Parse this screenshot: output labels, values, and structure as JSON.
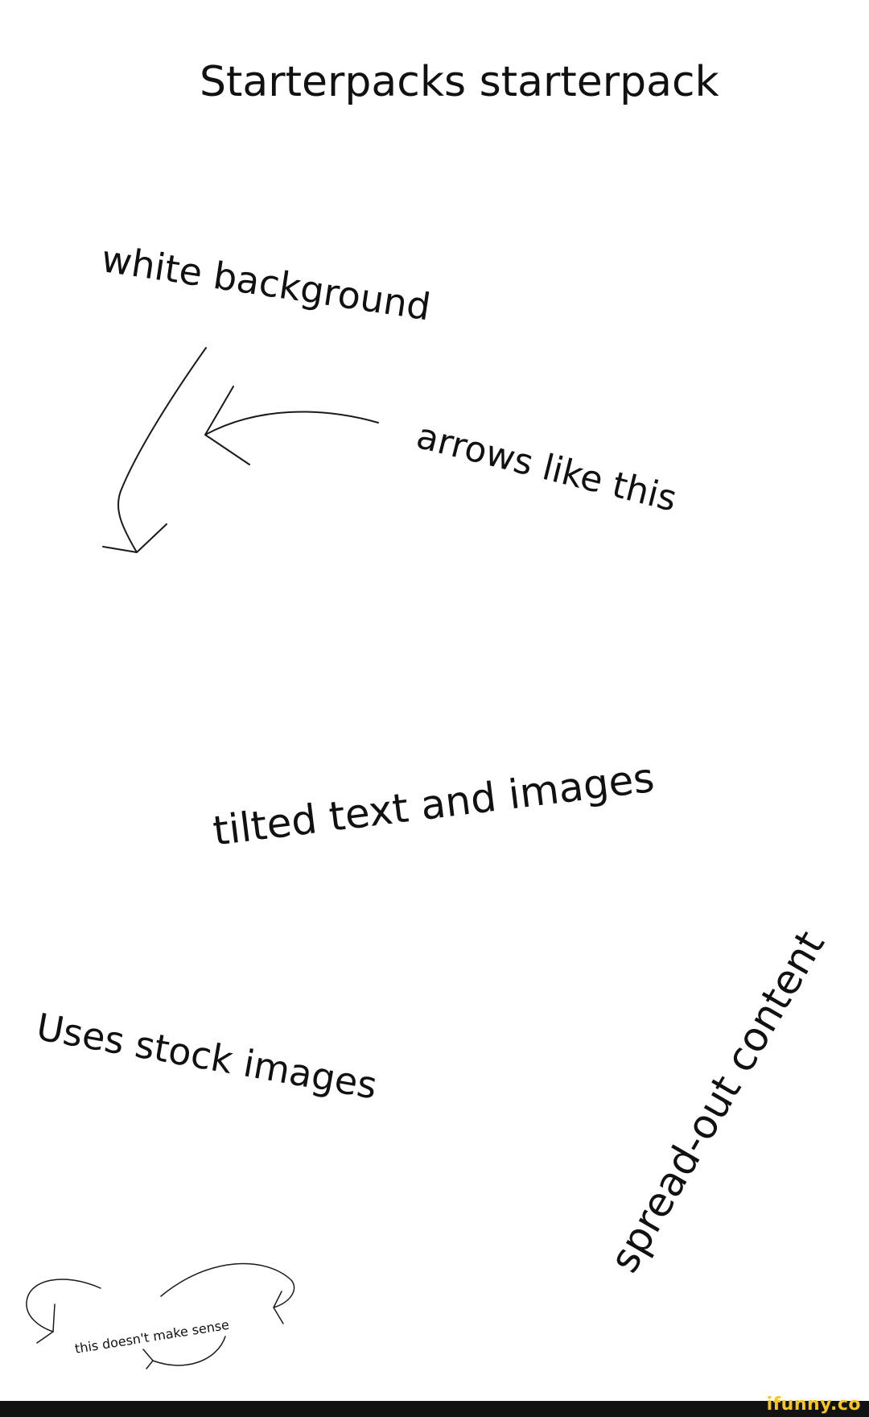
{
  "title": "Starterpacks starterpack",
  "labels": {
    "white_background": "white background",
    "arrows": "arrows like this",
    "tilted": "tilted text and images",
    "stock": "Uses stock images",
    "spread": "spread-out content",
    "nonsense": "this doesn't make sense"
  },
  "watermark": "ifunny.co",
  "colors": {
    "background": "#ffffff",
    "text": "#111111",
    "footer": "#121212",
    "logo": "#f7c51e"
  }
}
